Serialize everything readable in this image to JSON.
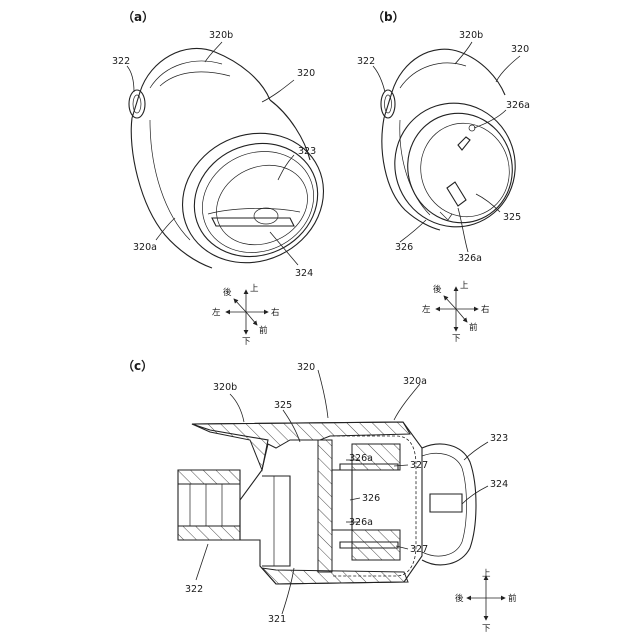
{
  "panels": {
    "a": "（a）",
    "b": "（b）",
    "c": "（c）"
  },
  "labels_a": {
    "n320b": "320b",
    "n322": "322",
    "n320": "320",
    "n323": "323",
    "n320a": "320a",
    "n324": "324"
  },
  "labels_b": {
    "n320b": "320b",
    "n322": "322",
    "n320": "320",
    "n326a_top": "326a",
    "n325": "325",
    "n326": "326",
    "n326a_bottom": "326a"
  },
  "labels_c": {
    "n320b": "320b",
    "n320": "320",
    "n320a": "320a",
    "n325": "325",
    "n323": "323",
    "n326a_top": "326a",
    "n327_top": "327",
    "n324": "324",
    "n326": "326",
    "n326a_bottom": "326a",
    "n327_bottom": "327",
    "n322": "322",
    "n321": "321"
  },
  "directions_ab": {
    "up": "上",
    "back": "後",
    "right": "右",
    "left": "左",
    "front": "前",
    "down": "下"
  },
  "directions_c": {
    "up": "上",
    "back": "後",
    "front": "前",
    "down": "下"
  }
}
